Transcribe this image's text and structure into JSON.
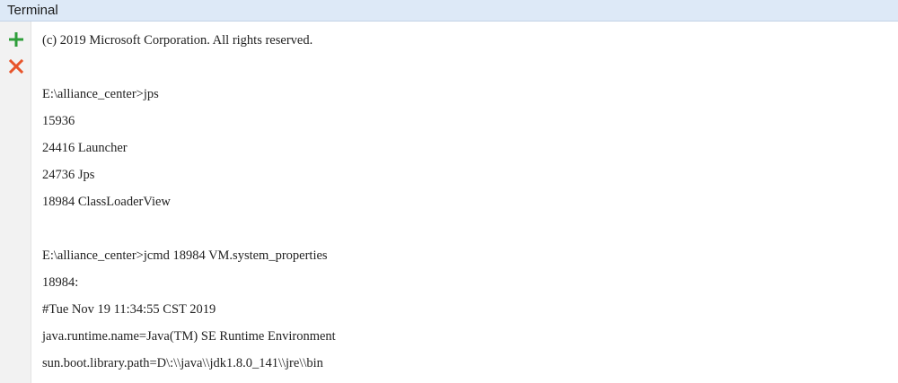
{
  "window": {
    "title": "Terminal"
  },
  "toolbar": {
    "add_icon": "plus-icon",
    "close_icon": "close-icon",
    "add_color": "#2e9e3a",
    "close_color": "#e8542a"
  },
  "terminal": {
    "lines": [
      "(c) 2019 Microsoft Corporation. All rights reserved.",
      "",
      "E:\\alliance_center>jps",
      "15936",
      "24416 Launcher",
      "24736 Jps",
      "18984 ClassLoaderView",
      "",
      "E:\\alliance_center>jcmd 18984 VM.system_properties",
      "18984:",
      "#Tue Nov 19 11:34:55 CST 2019",
      "java.runtime.name=Java(TM) SE Runtime Environment",
      "sun.boot.library.path=D\\:\\\\java\\\\jdk1.8.0_141\\\\jre\\\\bin"
    ]
  }
}
